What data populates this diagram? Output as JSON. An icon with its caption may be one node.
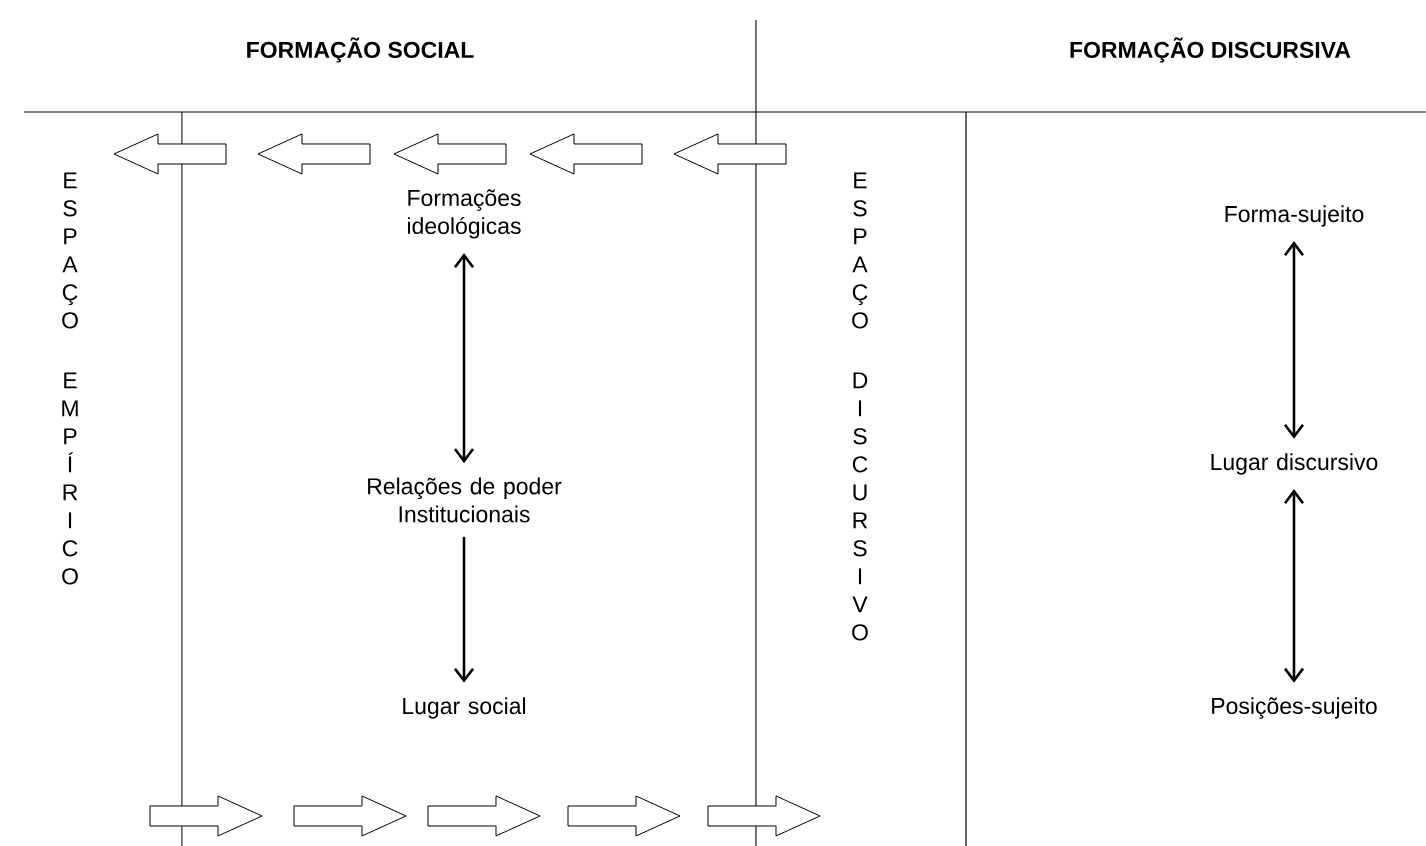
{
  "diagram": {
    "nodes": [
      {
        "text": [
          "Formações ideológicas"
        ]
      },
      {
        "text": [
          "Relações de poder Institucionais"
        ]
      },
      {
        "text": [
          "Lugar social"
        ]
      },
      {
        "text": [
          "Forma-sujeito"
        ]
      },
      {
        "text": [
          "Lugar discursivo"
        ]
      },
      {
        "text": [
          "Posições-sujeito"
        ]
      }
    ],
    "edges": [
      {
        "from": 0,
        "to": 1,
        "arrow": "both"
      },
      {
        "from": 1,
        "to": 2,
        "arrow": "to"
      },
      {
        "from": 3,
        "to": 4,
        "arrow": "both"
      },
      {
        "from": 4,
        "to": 5,
        "arrow": "both"
      }
    ],
    "labels": [
      "FORMAÇÃO SOCIAL",
      "FORMAÇÃO DISCURSIVA",
      "ESPAÇO",
      "EMPÍRICO",
      "ESPAÇO",
      "DISCURSIVO"
    ]
  }
}
